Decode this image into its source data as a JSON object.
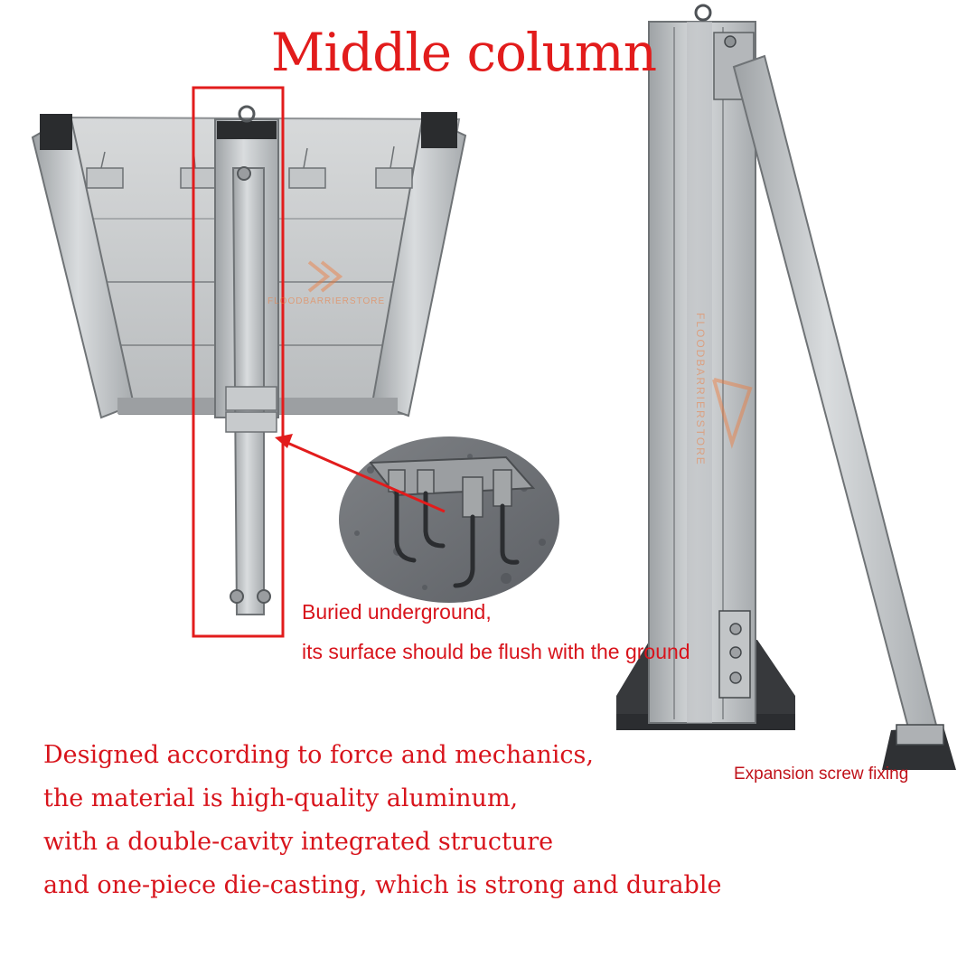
{
  "title": "Middle column",
  "callout": {
    "line1": "Buried underground,",
    "line2": "its surface should be flush with the ground"
  },
  "description": [
    "Designed according to force and mechanics,",
    "the material is high-quality aluminum,",
    "with a double-cavity integrated structure",
    "and one-piece die-casting, which is strong and durable"
  ],
  "expansion_label": "Expansion screw fixing",
  "watermark": "FLOODBARRIERSTORE",
  "colors": {
    "accent_red": "#e21c1c",
    "text_red": "#d8141c",
    "aluminum": "#c9ccce",
    "aluminum_dark": "#8e9295",
    "watermark": "#f07a3a"
  }
}
